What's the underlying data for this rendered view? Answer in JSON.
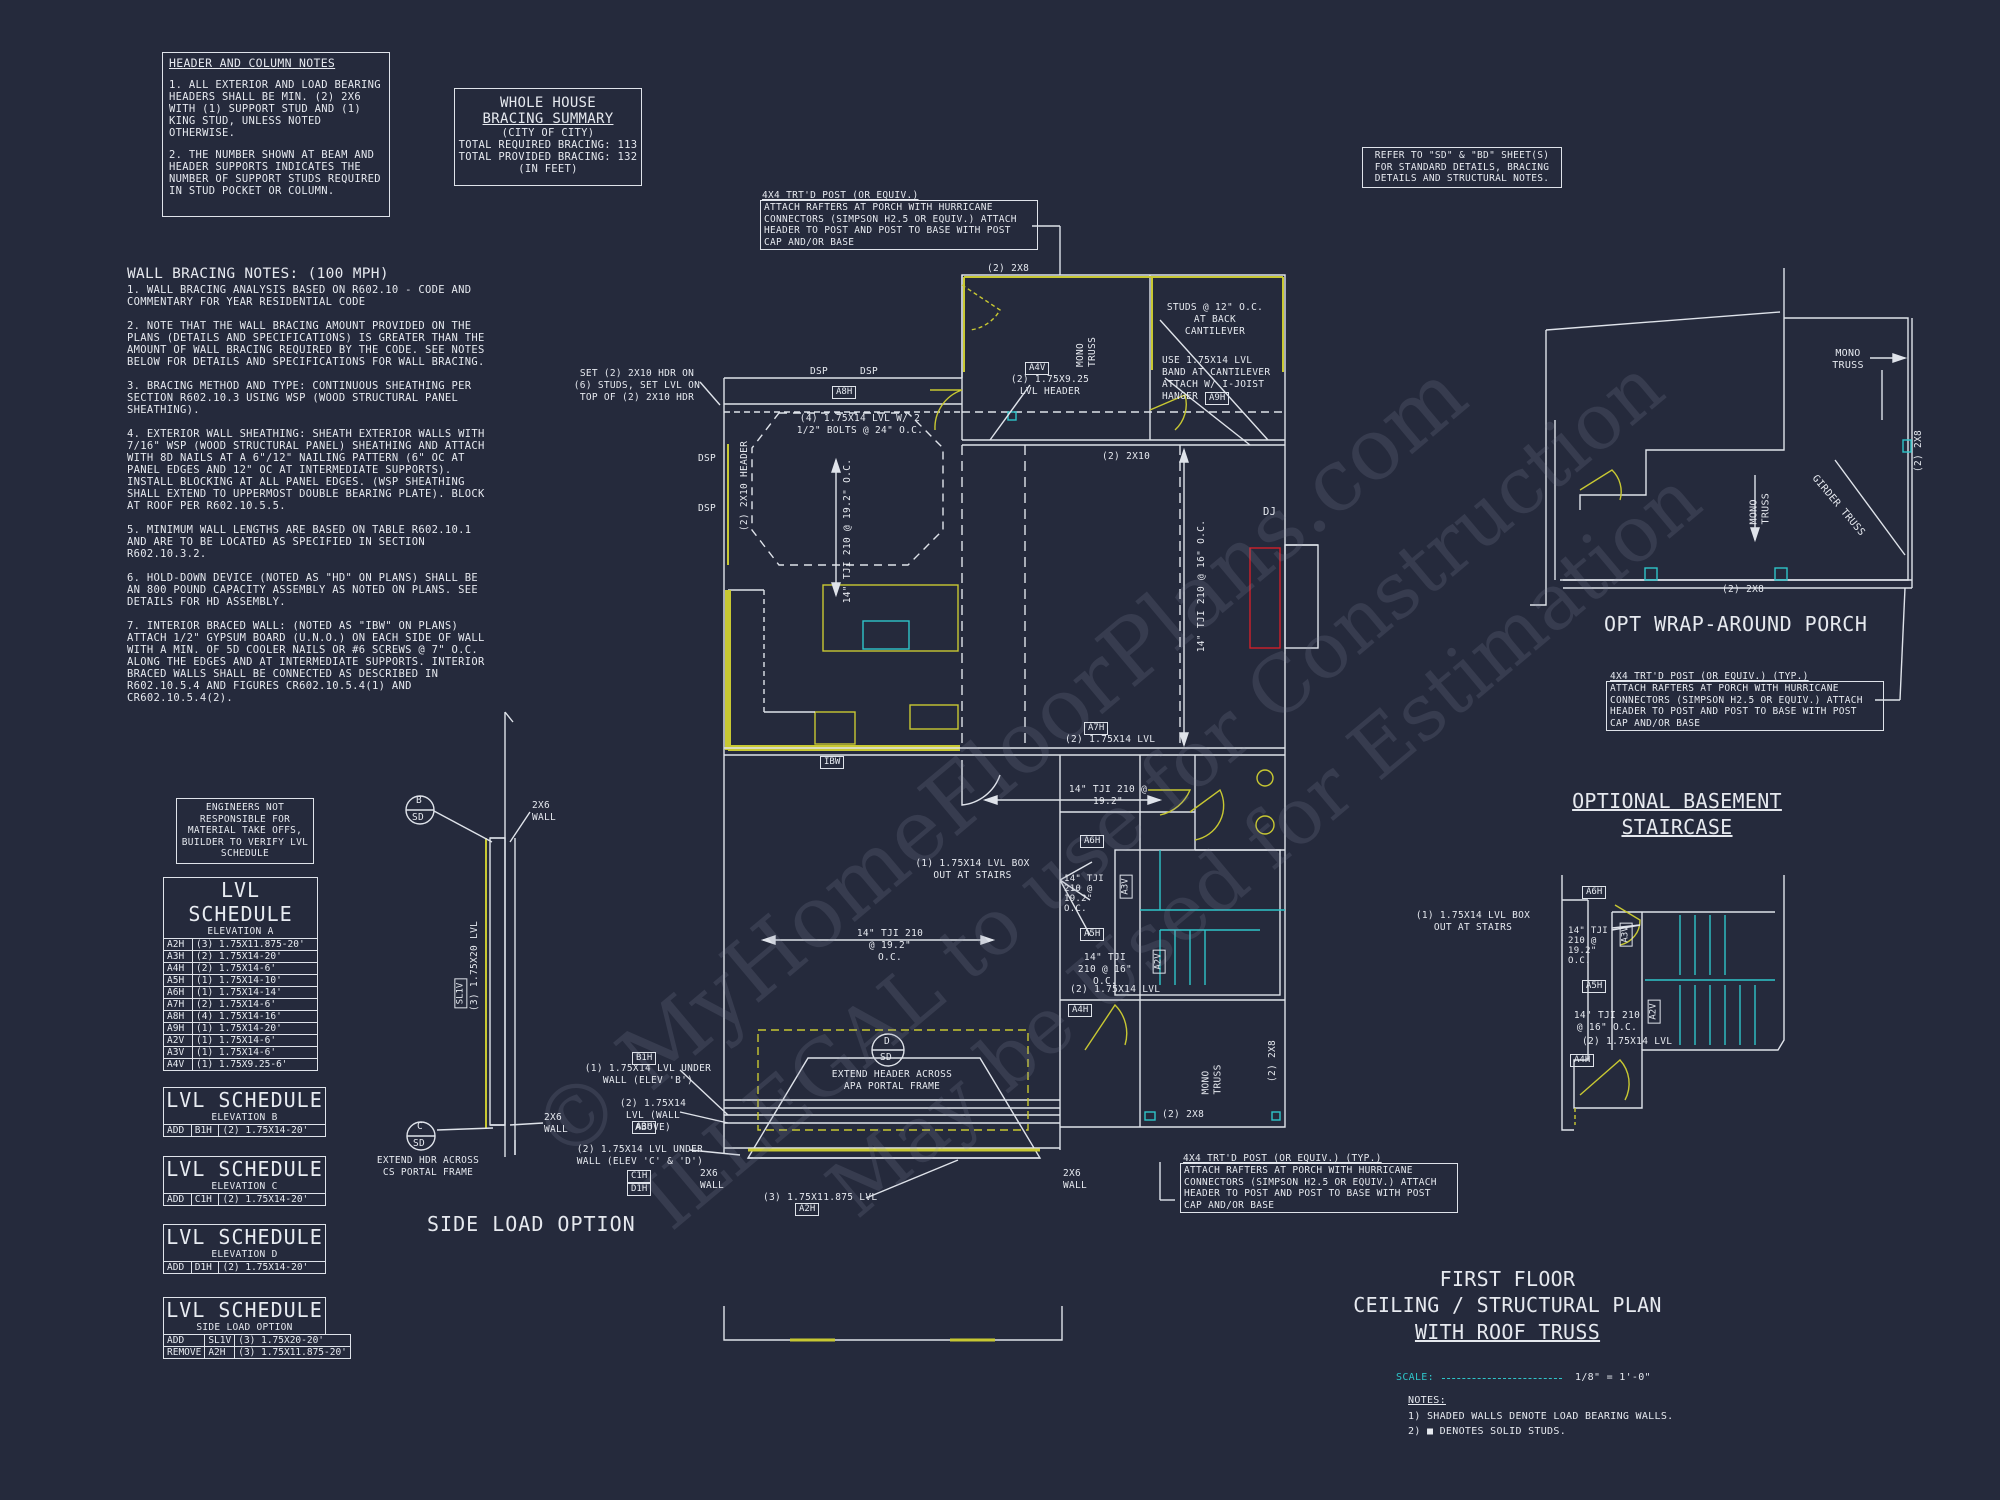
{
  "header_notes": {
    "title": "HEADER AND COLUMN NOTES",
    "items": [
      "1. ALL EXTERIOR AND LOAD BEARING HEADERS SHALL BE MIN. (2) 2x6 WITH (1) SUPPORT STUD AND (1) KING STUD, UNLESS NOTED OTHERWISE.",
      "2. THE NUMBER SHOWN AT BEAM AND HEADER SUPPORTS INDICATES THE NUMBER OF SUPPORT STUDS REQUIRED IN STUD POCKET OR COLUMN."
    ]
  },
  "bracing_summary": {
    "title_line1": "WHOLE HOUSE",
    "title_line2": "BRACING SUMMARY",
    "sub": "(CITY OF CITY)",
    "required": "TOTAL REQUIRED BRACING: 113",
    "provided": "TOTAL PROVIDED BRACING: 132",
    "unit": "(IN FEET)"
  },
  "refer_note": "REFER TO \"SD\" & \"BD\" SHEET(S) FOR STANDARD DETAILS, BRACING DETAILS AND STRUCTURAL NOTES.",
  "wall_bracing": {
    "title": "WALL BRACING NOTES: (100 MPH)",
    "items": [
      "1. WALL BRACING ANALYSIS BASED ON R602.10 - CODE AND COMMENTARY FOR YEAR RESIDENTIAL CODE",
      "2. NOTE THAT THE WALL BRACING AMOUNT PROVIDED ON THE PLANS (DETAILS AND SPECIFICATIONS) IS GREATER THAN THE AMOUNT OF WALL BRACING REQUIRED BY THE CODE. SEE NOTES BELOW FOR DETAILS AND SPECIFICATIONS FOR WALL BRACING.",
      "3. BRACING METHOD AND TYPE: CONTINUOUS SHEATHING PER SECTION R602.10.3 USING WSP (WOOD STRUCTURAL PANEL SHEATHING).",
      "4. EXTERIOR WALL SHEATHING: SHEATH EXTERIOR WALLS WITH 7/16\" WSP (WOOD STRUCTURAL PANEL) SHEATHING AND ATTACH WITH 8d NAILS AT A 6\"/12\" NAILING PATTERN (6\" OC AT PANEL EDGES AND 12\" OC AT INTERMEDIATE SUPPORTS). INSTALL BLOCKING AT ALL PANEL EDGES. (WSP SHEATHING SHALL EXTEND TO UPPERMOST DOUBLE BEARING PLATE). BLOCK AT ROOF PER R602.10.5.5.",
      "5. MINIMUM WALL LENGTHS ARE BASED ON TABLE R602.10.1 AND ARE TO BE LOCATED AS SPECIFIED IN SECTION R602.10.3.2.",
      "6. HOLD-DOWN DEVICE (NOTED AS \"HD\" ON PLANS) SHALL BE AN 800 POUND CAPACITY ASSEMBLY AS NOTED ON PLANS. SEE DETAILS FOR HD ASSEMBLY.",
      "7. INTERIOR BRACED WALL: (NOTED AS \"IBW\" ON PLANS) ATTACH 1/2\" GYPSUM BOARD (U.N.O.) ON EACH SIDE OF WALL WITH A MIN. OF 5d COOLER NAILS OR #6 SCREWS @ 7\" O.C. ALONG THE EDGES AND AT INTERMEDIATE SUPPORTS. INTERIOR BRACED WALLS SHALL BE CONNECTED AS DESCRIBED IN R602.10.5.4 AND FIGURES CR602.10.5.4(1) AND CR602.10.5.4(2)."
    ]
  },
  "engineer_note": "ENGINEERS NOT RESPONSIBLE FOR MATERIAL TAKE OFFS, BUILDER TO VERIFY LVL SCHEDULE",
  "lvl_a": {
    "title": "LVL SCHEDULE",
    "sub": "ELEVATION A",
    "rows": [
      [
        "A2H",
        "(3) 1.75x11.875-20'"
      ],
      [
        "A3H",
        "(2) 1.75x14-20'"
      ],
      [
        "A4H",
        "(2) 1.75x14-6'"
      ],
      [
        "A5H",
        "(1) 1.75x14-10'"
      ],
      [
        "A6H",
        "(1) 1.75x14-14'"
      ],
      [
        "A7H",
        "(2) 1.75x14-6'"
      ],
      [
        "A8H",
        "(4) 1.75x14-16'"
      ],
      [
        "A9H",
        "(1) 1.75x14-20'"
      ],
      [
        "A2V",
        "(1) 1.75x14-6'"
      ],
      [
        "A3V",
        "(1) 1.75x14-6'"
      ],
      [
        "A4V",
        "(1) 1.75x9.25-6'"
      ]
    ]
  },
  "lvl_b": {
    "title": "LVL SCHEDULE",
    "sub": "ELEVATION B",
    "row": [
      "ADD",
      "B1H",
      "(2) 1.75x14-20'"
    ]
  },
  "lvl_c": {
    "title": "LVL SCHEDULE",
    "sub": "ELEVATION C",
    "row": [
      "ADD",
      "C1H",
      "(2) 1.75x14-20'"
    ]
  },
  "lvl_d": {
    "title": "LVL SCHEDULE",
    "sub": "ELEVATION D",
    "row": [
      "ADD",
      "D1H",
      "(2) 1.75x14-20'"
    ]
  },
  "lvl_side": {
    "title": "LVL SCHEDULE",
    "sub": "SIDE LOAD OPTION",
    "rows": [
      [
        "ADD",
        "SL1V",
        "(3) 1.75x20-20'"
      ],
      [
        "REMOVE",
        "A2H",
        "(3) 1.75x11.875-20'"
      ]
    ]
  },
  "side_load": {
    "title": "SIDE LOAD OPTION",
    "wall_top": "2x6 WALL",
    "wall_bottom": "2x6 WALL",
    "lvl_tag": "SL1V",
    "lvl_label": "(3) 1.75x20 LVL",
    "ext_note": "EXTEND HDR ACROSS CS PORTAL FRAME",
    "callout_b_top": "B",
    "callout_b_bot": "SD",
    "callout_c_top": "C",
    "callout_c_bot": "SD"
  },
  "plan_labels": {
    "post_top": "4x4 TRT'D POST (OR EQUIV.)",
    "post_top_note": "ATTACH RAFTERS AT PORCH WITH HURRICANE CONNECTORS (SIMPSON H2.5 OR EQUIV.) ATTACH HEADER TO POST AND POST TO BASE WITH POST CAP AND/OR BASE",
    "top_2x8": "(2) 2x8",
    "mono_truss": "MONO TRUSS",
    "studs_note": "STUDS @ 12\" O.C. AT BACK CANTILEVER",
    "use_lvl_band": "USE 1.75x14 LVL BAND AT CANTILEVER ATTACH W/ I-JOIST HANGER",
    "a9h": "A9H",
    "a4v": "A4V",
    "lvl_header": "(2) 1.75x9.25 LVL HEADER",
    "set_hdr": "SET (2) 2x10 HDR ON (6) STUDS, SET LVL ON TOP OF (2) 2x10 HDR",
    "dsp": "DSP",
    "a8h": "A8H",
    "lvl_bolts": "(4) 1.75x14 LVL W/ 2 1/2\" BOLTS @ 24\" O.C.",
    "header_2x10": "(2) 2x10 HEADER",
    "tji_1": "14\" TJI 210 @ 19.2\" O.C.",
    "tji_2": "14\" TJI 210 @ 16\" O.C.",
    "twox10": "(2) 2x10",
    "dj": "DJ",
    "a7h": "A7H",
    "lvl_a7": "(2) 1.75x14 LVL",
    "ibw": "IBW",
    "tji_3": "14\" TJI 210 @ 19.2\"",
    "boxout": "(1) 1.75x14 LVL BOX OUT AT STAIRS",
    "a6h": "A6H",
    "a5h": "A5H",
    "a3v": "A3V",
    "a2v": "A2V",
    "tji_4": "14\" TJI 210 @ 19.2\" O.C.",
    "tji_5": "14\" TJI 210 @ 16\" O.C.",
    "tji_main": "14\" TJI 210 @ 19.2\" O.C.",
    "a4h": "A4H",
    "lvl_a4": "(2) 1.75x14 LVL",
    "mono_truss_2": "MONO TRUSS",
    "right_2x8": "(2) 2x8",
    "bottom_2x8": "(2) 2x8",
    "callout_d_top": "D",
    "callout_d_bot": "SD",
    "ext_header": "EXTEND HEADER ACROSS APA PORTAL FRAME",
    "b1h": "B1H",
    "b_under": "(1) 1.75x14 LVL UNDER WALL (ELEV 'B')",
    "wall_above": "(2) 1.75x14 LVL (WALL ABOVE)",
    "a3h": "A3H",
    "cd_under": "(2) 1.75x14 LVL UNDER WALL (ELEV 'C' & 'D')",
    "c1h": "C1H",
    "d1h": "D1H",
    "wall_2x6_l": "2x6 WALL",
    "wall_2x6_r": "2x6 WALL",
    "bottom_lvl": "(3) 1.75x11.875 LVL",
    "a2h": "A2H",
    "post_bot": "4x4 TRT'D POST (OR EQUIV.) (TYP.)",
    "post_bot_note": "ATTACH RAFTERS AT PORCH WITH HURRICANE CONNECTORS (SIMPSON H2.5 OR EQUIV.) ATTACH HEADER TO POST AND POST TO BASE WITH POST CAP AND/OR BASE"
  },
  "porch": {
    "title": "OPT WRAP-AROUND PORCH",
    "mono_truss": "MONO TRUSS",
    "mono_truss_2": "MONO TRUSS",
    "girder": "GIRDER TRUSS",
    "bottom_2x8": "(2) 2x8",
    "side_2x8": "(2) 2x8",
    "post": "4x4 TRT'D POST (OR EQUIV.) (TYP.)",
    "post_note": "ATTACH RAFTERS AT PORCH WITH HURRICANE CONNECTORS (SIMPSON H2.5 OR EQUIV.) ATTACH HEADER TO POST AND POST TO BASE WITH POST CAP AND/OR BASE"
  },
  "basement": {
    "title_line1": "OPTIONAL BASEMENT",
    "title_line2": "STAIRCASE",
    "boxout": "(1) 1.75x14 LVL BOX OUT AT STAIRS",
    "a6h": "A6H",
    "a3v": "A3V",
    "a5h": "A5H",
    "a2v": "A2V",
    "a4h": "A4H",
    "tji_1": "14\" TJI 210 @ 19.2\" O.C.",
    "tji_2": "14\" TJI 210 @ 16\" O.C.",
    "lvl": "(2) 1.75x14 LVL"
  },
  "sheet_title": {
    "line1": "FIRST FLOOR",
    "line2": "CEILING / STRUCTURAL PLAN",
    "line3": "WITH ROOF TRUSS",
    "scale_label": "SCALE:",
    "scale_value": "1/8\" = 1'-0\"",
    "notes_label": "NOTES:",
    "note1": "1) SHADED WALLS DENOTE LOAD BEARING WALLS.",
    "note2": "2) ■ DENOTES SOLID STUDS."
  },
  "watermark": {
    "line1": "© MyHomeFloorPlans.com",
    "line2": "ILLEGAL to use for Construction",
    "line3": "May be Used for Estimation"
  },
  "colors": {
    "background": "#252a3c",
    "line": "#dfe3ea",
    "bearing": "#c8c832",
    "cyan": "#2ec4c9",
    "red": "#d0202a"
  }
}
